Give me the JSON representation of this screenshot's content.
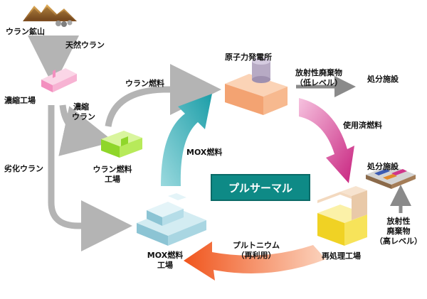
{
  "nodes": {
    "uranium_mine": "ウラン鉱山",
    "enrichment_plant": "濃縮工場",
    "fuel_plant_line1": "ウラン燃料",
    "fuel_plant_line2": "工場",
    "mox_plant_line1": "MOX燃料",
    "mox_plant_line2": "工場",
    "power_plant": "原子力発電所",
    "reprocessing_plant": "再処理工場",
    "disposal_low": "処分施設",
    "disposal_high": "処分施設"
  },
  "edges": {
    "natural_uranium": "天然ウラン",
    "enriched_uranium_line1": "濃縮",
    "enriched_uranium_line2": "ウラン",
    "depleted_uranium": "劣化ウラン",
    "uranium_fuel": "ウラン燃料",
    "mox_fuel": "MOX燃料",
    "spent_fuel": "使用済燃料",
    "low_waste_line1": "放射性廃棄物",
    "low_waste_line2": "（低レベル）",
    "high_waste_line1": "放射性",
    "high_waste_line2": "廃棄物",
    "high_waste_line3": "（高レベル）",
    "plutonium_line1": "プルトニウム",
    "plutonium_line2": "（再利用）"
  },
  "center_label": "プルサーマル",
  "colors": {
    "center_box": "#0e8a86",
    "gray_arrow": "#b4b4b4",
    "teal_arrow": "#3fb0b8",
    "magenta_arrow": "#d0358f",
    "orange_arrow": "#f26a2e"
  },
  "icons": {
    "mine": "mountain-icon",
    "enrichment": "pink-block-icon",
    "fuel_plant": "green-block-icon",
    "mox_plant": "blue-building-icon",
    "power_plant": "reactor-building-icon",
    "reprocessing": "yellow-building-icon",
    "disposal_high": "layered-ground-icon"
  }
}
